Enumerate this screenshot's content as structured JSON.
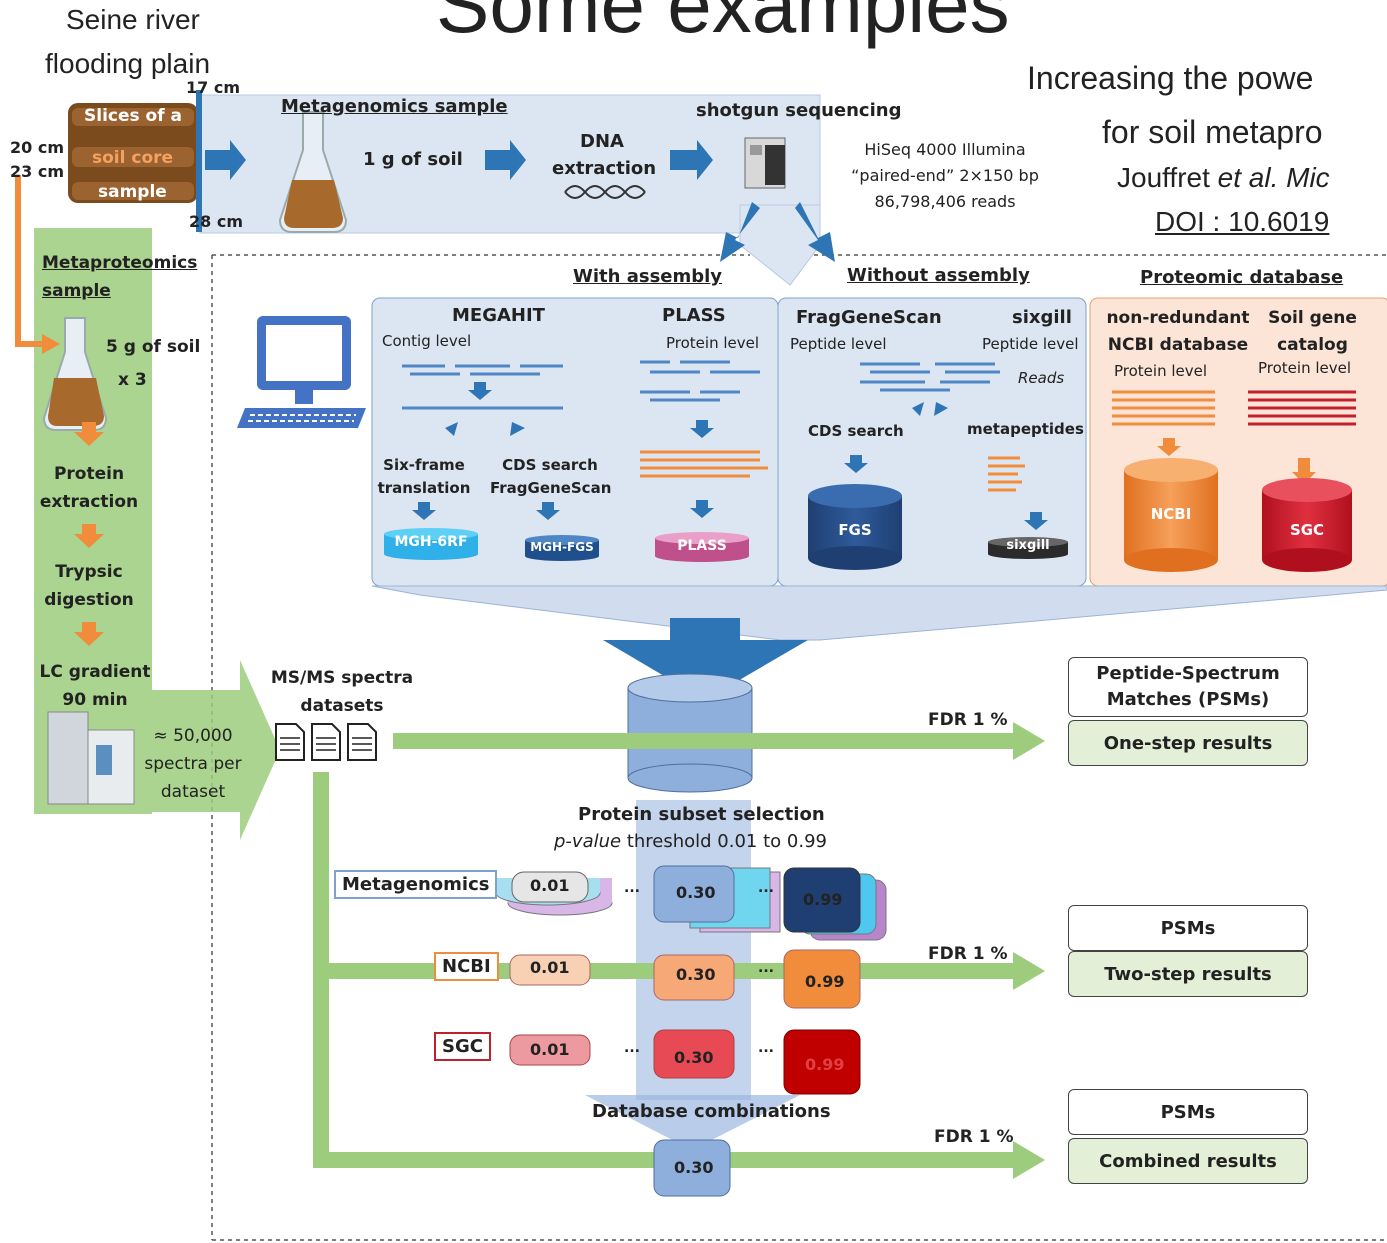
{
  "slide": {
    "title": "Some examples",
    "subtitle": "Increasing the powe",
    "subtitle2": "for soil metapro",
    "citation_author": "Jouffret",
    "citation_italic": "et al. Mic",
    "doi": "DOI : 10.6019"
  },
  "sample": {
    "site_line1": "Seine river",
    "site_line2": "flooding plain",
    "core_slices": [
      "Slices of a",
      "soil core",
      "sample"
    ],
    "depth_17": "17 cm",
    "depth_20": "20 cm",
    "depth_23": "23 cm",
    "depth_28": "28 cm"
  },
  "metagenomics": {
    "heading": "Metagenomics sample",
    "soil_mass": "1 g of soil",
    "dna_extraction": [
      "DNA",
      "extraction"
    ],
    "sequencing_title": "shotgun sequencing",
    "sequencing_details": [
      "HiSeq 4000 Illumina",
      "“paired-end” 2×150 bp",
      "86,798,406 reads"
    ]
  },
  "metaproteomics": {
    "heading": [
      "Metaproteomics",
      "sample"
    ],
    "soil_mass": "5 g of soil",
    "replicates": "x 3",
    "steps": [
      [
        "Protein",
        "extraction"
      ],
      [
        "Trypsic",
        "digestion"
      ],
      [
        "LC gradient",
        "90 min"
      ]
    ],
    "spectra": [
      "≈ 50,000",
      "spectra per",
      "dataset"
    ]
  },
  "assembly": {
    "with_heading": "With assembly",
    "without_heading": "Without assembly",
    "proteomic_heading": "Proteomic database",
    "megahit": "MEGAHIT",
    "plass": "PLASS",
    "contig_level": "Contig level",
    "protein_level": "Protein level",
    "six_frame": [
      "Six-frame",
      "translation"
    ],
    "cds_search_fgs": [
      "CDS search",
      "FragGeneScan"
    ],
    "db_mgh6rf": "MGH-6RF",
    "db_mghfgs": "MGH-FGS",
    "db_plass": "PLASS",
    "fraggenescan": "FragGeneScan",
    "sixgill": "sixgill",
    "peptide_level": "Peptide level",
    "reads": "Reads",
    "cds_search": "CDS search",
    "metapeptides": "metapeptides",
    "db_fgs": "FGS",
    "db_sixgill": "sixgill",
    "nr_ncbi": [
      "non-redundant",
      "NCBI database"
    ],
    "soil_gene": [
      "Soil gene",
      "catalog"
    ],
    "db_ncbi": "NCBI",
    "db_sgc": "SGC"
  },
  "search": {
    "msms": [
      "MS/MS spectra",
      "datasets"
    ],
    "fdr": "FDR 1 %",
    "psm_full": [
      "Peptide-Spectrum",
      "Matches (PSMs)"
    ],
    "one_step": "One-step results",
    "subset_title": "Protein subset selection",
    "subset_italic": "p-value",
    "subset_rest": " threshold 0.01 to 0.99",
    "tags": [
      "Metagenomics",
      "NCBI",
      "SGC"
    ],
    "thresholds": [
      "0.01",
      "0.30",
      "0.99"
    ],
    "ellipsis": "...",
    "psms": "PSMs",
    "two_step": "Two-step results",
    "db_combinations": "Database combinations",
    "combined_value": "0.30",
    "combined": "Combined results"
  },
  "colors": {
    "green_path": "#9ccc7c",
    "blue_panel": "#dce6f2",
    "peach_panel": "#fce4d6",
    "orange": "#f08c3c",
    "blue_arrow": "#2e75b6",
    "red": "#c0202e"
  }
}
